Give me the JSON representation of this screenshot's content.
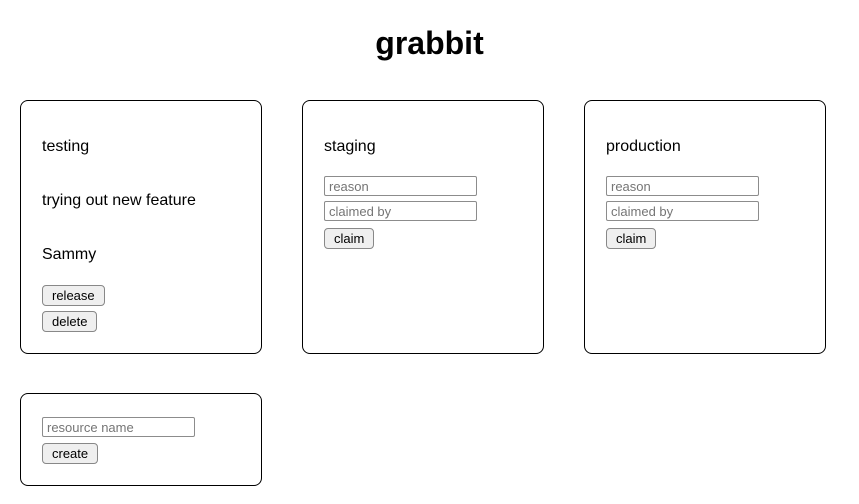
{
  "title": "grabbit",
  "colors": {
    "page_bg": "#ffffff",
    "card_border": "#000000",
    "button_bg": "#efefef",
    "button_border": "#888888",
    "input_border": "#8c8c8c",
    "placeholder_text": "#757575",
    "text": "#000000"
  },
  "resources": [
    {
      "name": "testing",
      "state": "claimed",
      "reason": "trying out new feature",
      "claimed_by": "Sammy",
      "release_label": "release",
      "delete_label": "delete"
    },
    {
      "name": "staging",
      "state": "unclaimed",
      "reason_placeholder": "reason",
      "claimed_by_placeholder": "claimed by",
      "claim_label": "claim"
    },
    {
      "name": "production",
      "state": "unclaimed",
      "reason_placeholder": "reason",
      "claimed_by_placeholder": "claimed by",
      "claim_label": "claim"
    }
  ],
  "create_panel": {
    "name_placeholder": "resource name",
    "create_label": "create"
  }
}
